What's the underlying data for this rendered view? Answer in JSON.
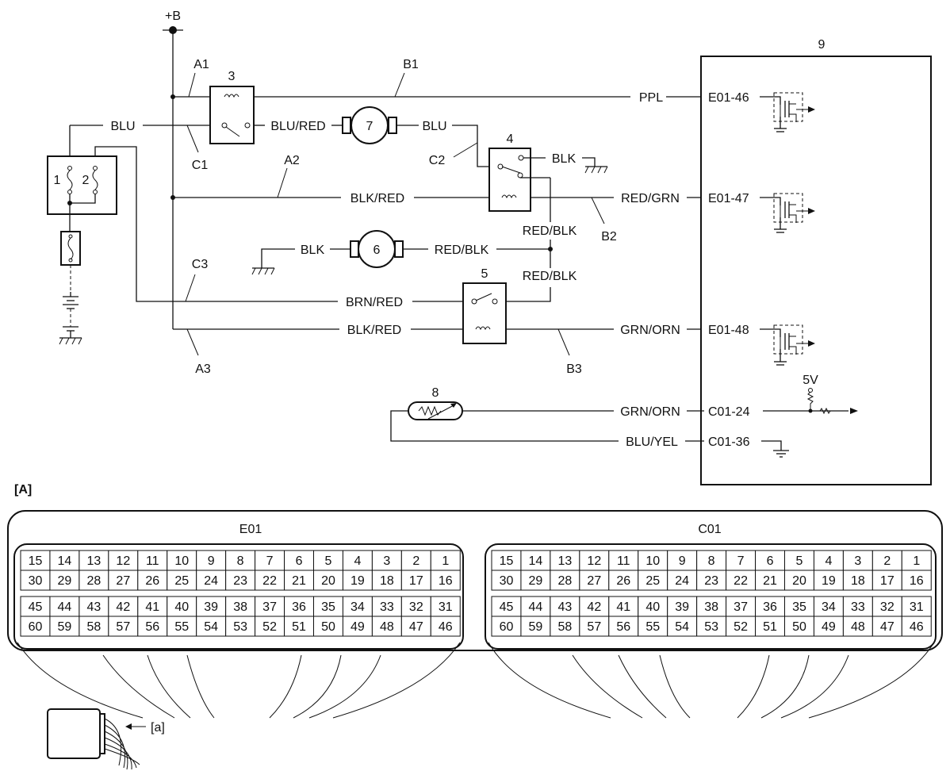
{
  "power": {
    "label": "+B"
  },
  "callouts": {
    "relay_main": "3",
    "relay_fan2": "4",
    "relay_fan3": "5",
    "fan_motor_6": "6",
    "fan_motor_7": "7",
    "temp_sensor": "8",
    "ecm": "9",
    "connector_view": "[A]",
    "harness": "[a]"
  },
  "points": {
    "a1": "A1",
    "a2": "A2",
    "a3": "A3",
    "b1": "B1",
    "b2": "B2",
    "b3": "B3",
    "c1": "C1",
    "c2": "C2",
    "c3": "C3"
  },
  "switch_pins": {
    "p1": "1",
    "p2": "2"
  },
  "wires": {
    "blu_left": "BLU",
    "blu_red": "BLU/RED",
    "blu_right": "BLU",
    "blk_gnd4": "BLK",
    "blk_red_a2": "BLK/RED",
    "red_grn": "RED/GRN",
    "red_blk_upper": "RED/BLK",
    "blk_motor6": "BLK",
    "red_blk_motor6": "RED/BLK",
    "red_blk_lower": "RED/BLK",
    "brn_red": "BRN/RED",
    "blk_red_a3": "BLK/RED",
    "grn_orn_b3": "GRN/ORN",
    "ppl": "PPL",
    "grn_orn_sensor": "GRN/ORN",
    "blu_yel": "BLU/YEL"
  },
  "terminals": {
    "e01_46": "E01-46",
    "e01_47": "E01-47",
    "e01_48": "E01-48",
    "c01_24": "C01-24",
    "c01_36": "C01-36"
  },
  "ref_voltage": "5V",
  "connectors": [
    {
      "name": "E01",
      "rows": [
        [
          "15",
          "14",
          "13",
          "12",
          "11",
          "10",
          "9",
          "8",
          "7",
          "6",
          "5",
          "4",
          "3",
          "2",
          "1"
        ],
        [
          "30",
          "29",
          "28",
          "27",
          "26",
          "25",
          "24",
          "23",
          "22",
          "21",
          "20",
          "19",
          "18",
          "17",
          "16"
        ],
        [
          "45",
          "44",
          "43",
          "42",
          "41",
          "40",
          "39",
          "38",
          "37",
          "36",
          "35",
          "34",
          "33",
          "32",
          "31"
        ],
        [
          "60",
          "59",
          "58",
          "57",
          "56",
          "55",
          "54",
          "53",
          "52",
          "51",
          "50",
          "49",
          "48",
          "47",
          "46"
        ]
      ]
    },
    {
      "name": "C01",
      "rows": [
        [
          "15",
          "14",
          "13",
          "12",
          "11",
          "10",
          "9",
          "8",
          "7",
          "6",
          "5",
          "4",
          "3",
          "2",
          "1"
        ],
        [
          "30",
          "29",
          "28",
          "27",
          "26",
          "25",
          "24",
          "23",
          "22",
          "21",
          "20",
          "19",
          "18",
          "17",
          "16"
        ],
        [
          "45",
          "44",
          "43",
          "42",
          "41",
          "40",
          "39",
          "38",
          "37",
          "36",
          "35",
          "34",
          "33",
          "32",
          "31"
        ],
        [
          "60",
          "59",
          "58",
          "57",
          "56",
          "55",
          "54",
          "53",
          "52",
          "51",
          "50",
          "49",
          "48",
          "47",
          "46"
        ]
      ]
    }
  ]
}
